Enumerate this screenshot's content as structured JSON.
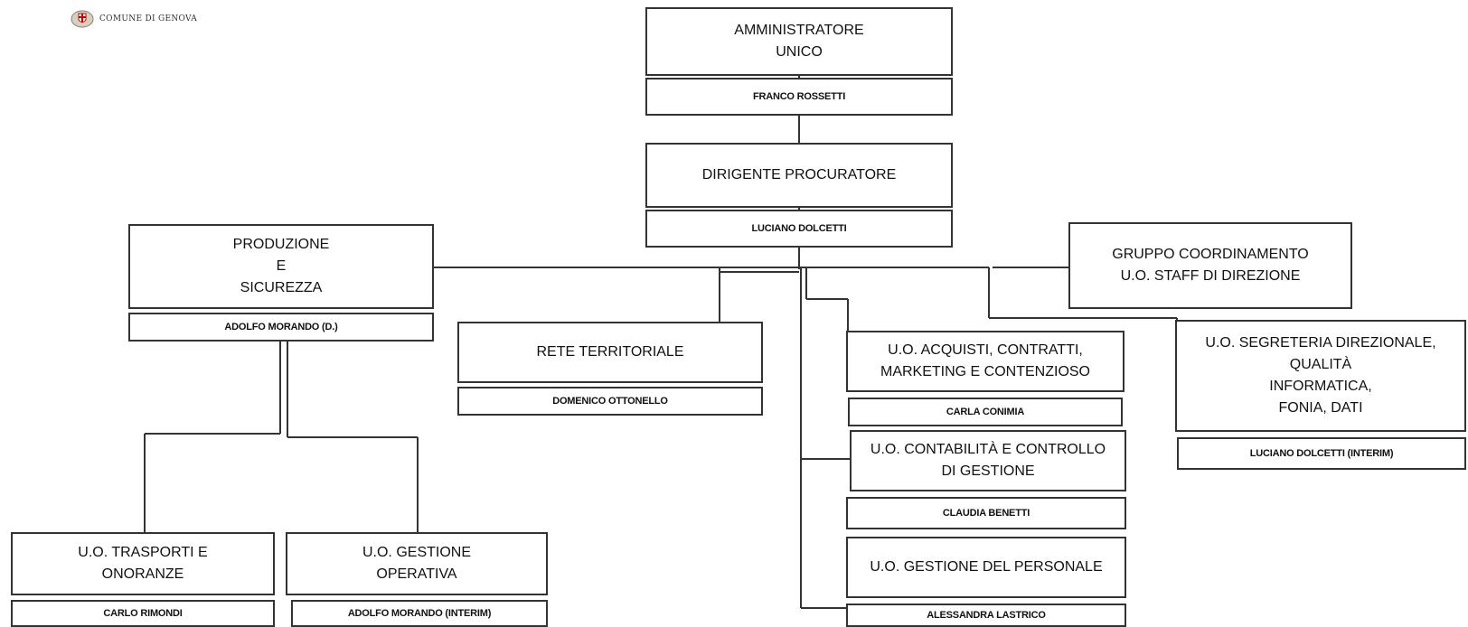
{
  "header": {
    "logo_text": "COMUNE DI GENOVA",
    "logo_icon": "coat-of-arms-icon"
  },
  "nodes": {
    "amministratore": {
      "title_line1": "AMMINISTRATORE",
      "title_line2": "UNICO",
      "name": "FRANCO ROSSETTI"
    },
    "dirigente": {
      "title": "DIRIGENTE PROCURATORE",
      "name": "LUCIANO DOLCETTI"
    },
    "produzione": {
      "title_line1": "PRODUZIONE",
      "title_line2": "E",
      "title_line3": "SICUREZZA",
      "name": "ADOLFO MORANDO (D.)"
    },
    "rete": {
      "title": "RETE TERRITORIALE",
      "name": "DOMENICO OTTONELLO"
    },
    "gruppo": {
      "title_line1": "GRUPPO COORDINAMENTO",
      "title_line2": "U.O. STAFF DI DIREZIONE"
    },
    "acquisti": {
      "title_line1": "U.O. ACQUISTI, CONTRATTI,",
      "title_line2": "MARKETING E CONTENZIOSO",
      "name": "CARLA CONIMIA"
    },
    "contabilita": {
      "title_line1": "U.O. CONTABILITÀ E CONTROLLO",
      "title_line2": "DI GESTIONE",
      "name": "CLAUDIA BENETTI"
    },
    "personale": {
      "title": "U.O. GESTIONE DEL PERSONALE",
      "name": "ALESSANDRA LASTRICO"
    },
    "segreteria": {
      "title_line1": "U.O. SEGRETERIA DIREZIONALE,",
      "title_line2": "QUALITÀ",
      "title_line3": "INFORMATICA,",
      "title_line4": "FONIA, DATI",
      "name": "LUCIANO DOLCETTI (INTERIM)"
    },
    "trasporti": {
      "title_line1": "U.O. TRASPORTI E",
      "title_line2": "ONORANZE",
      "name": "CARLO RIMONDI"
    },
    "gestione_operativa": {
      "title_line1": "U.O. GESTIONE",
      "title_line2": "OPERATIVA",
      "name": "ADOLFO MORANDO (INTERIM)"
    }
  }
}
